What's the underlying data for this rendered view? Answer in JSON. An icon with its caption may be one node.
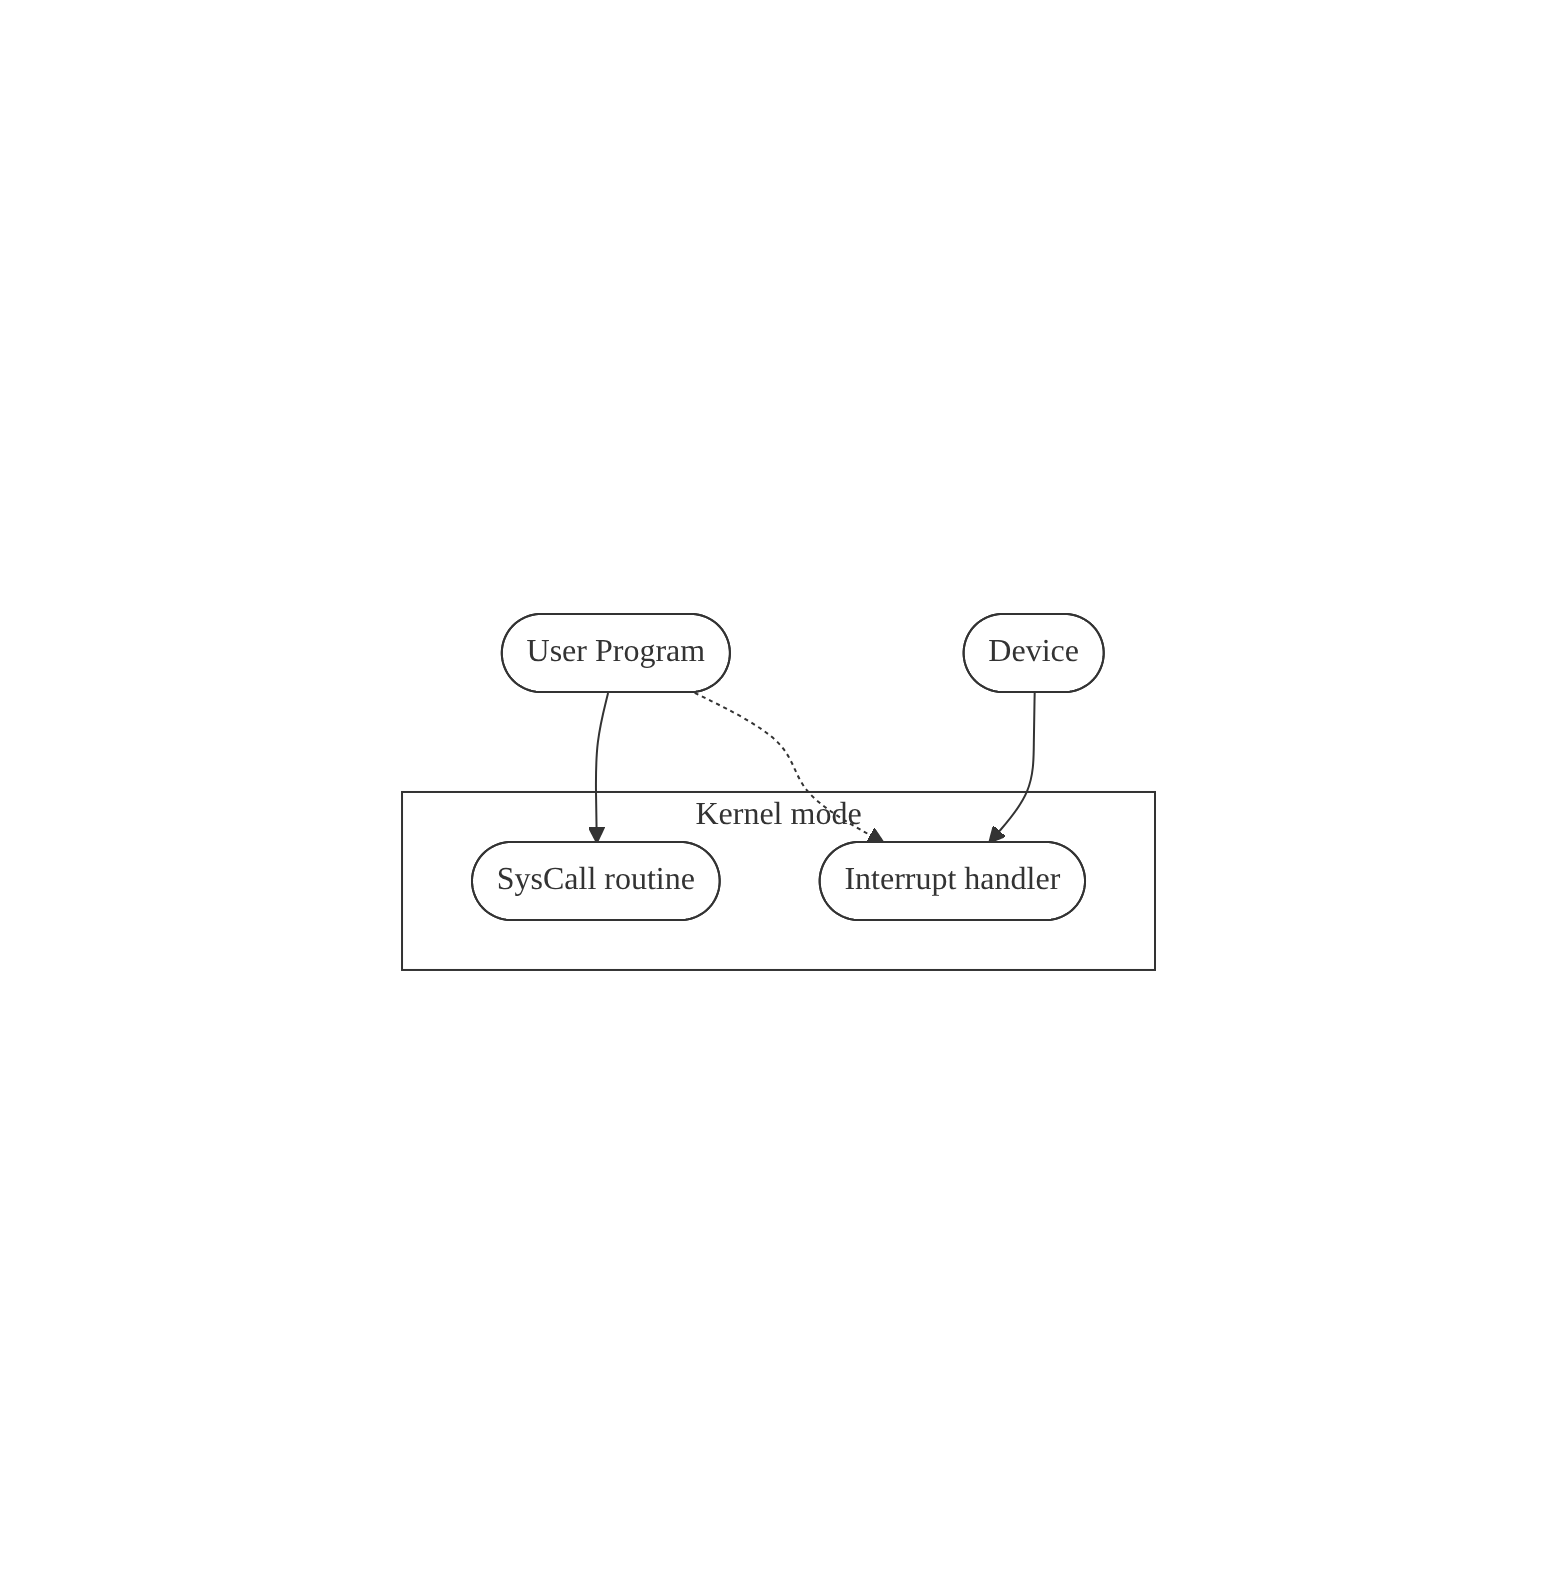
{
  "diagram": {
    "nodes": [
      {
        "text": [
          "User Program"
        ]
      },
      {
        "text": [
          "Kernel mode"
        ]
      },
      {
        "text": [
          "SysCall routine"
        ],
        "in": 1
      },
      {
        "text": [
          "Interrupt handler"
        ],
        "in": 1
      },
      {
        "text": [
          "Device"
        ]
      }
    ],
    "edges": [
      {
        "from": 0,
        "to": 2,
        "arrow": "to"
      },
      {
        "from": 0,
        "to": 3,
        "arrow": "to",
        "style": "dashed"
      },
      {
        "from": 4,
        "to": 3,
        "arrow": "to"
      }
    ]
  }
}
